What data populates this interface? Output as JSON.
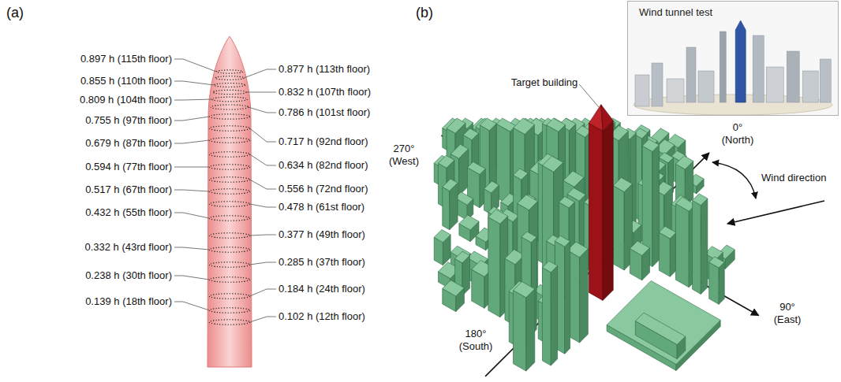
{
  "diagram": {
    "nodes": [
      {
        "text": [
          "Wind tunnel test"
        ]
      }
    ],
    "labels": [
      "(a)",
      "0.897 h (115th floor)",
      "0.855 h (110th floor)",
      "0.809 h (104th floor)",
      "0.755 h (97th floor)",
      "0.679 h (87th floor)",
      "0.594 h (77th floor)",
      "0.517 h (67th floor)",
      "0.432 h (55th floor)",
      "0.332 h (43rd floor)",
      "0.238 h (30th floor)",
      "0.139 h (18th floor)",
      "0.877 h (113th floor)",
      "0.832 h (107th floor)",
      "0.786 h (101st floor)",
      "0.717 h (92nd floor)",
      "0.634 h (82nd floor)",
      "0.556 h (72nd floor)",
      "0.478 h (61st floor)",
      "0.377 h (49th floor)",
      "0.285 h (37th floor)",
      "0.184 h (24th floor)",
      "0.102 h (12th floor)",
      "(b)",
      "Target building",
      "0° (North)",
      "270° (West)",
      "Wind direction",
      "90° (East)",
      "180° (South)"
    ]
  }
}
